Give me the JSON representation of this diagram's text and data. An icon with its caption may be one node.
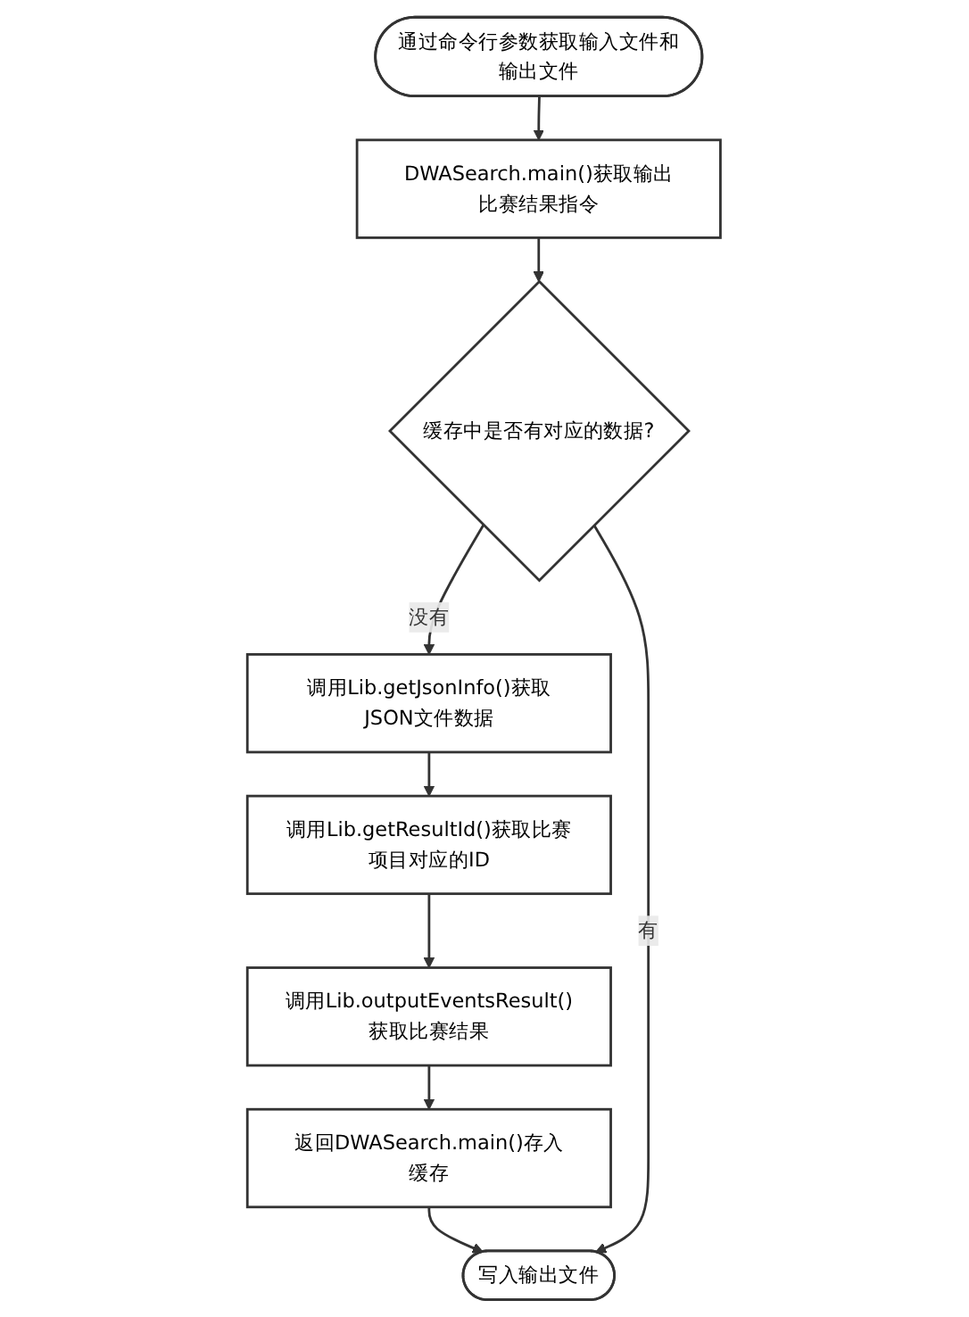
{
  "diagram": {
    "nodes": [
      {
        "text": [
          "通过命令行参数获取输入文件和输出文件"
        ]
      },
      {
        "text": [
          "DWASearch.main()获取输出比赛结果指令"
        ]
      },
      {
        "text": [
          "缓存中是否有对应的数据?"
        ]
      },
      {
        "text": [
          "调用Lib.getJsonInfo()获取JSON文件数据"
        ]
      },
      {
        "text": [
          "调用Lib.getResultId()获取比赛项目对应的ID"
        ]
      },
      {
        "text": [
          "调用Lib.outputEventsResult()获取比赛结果"
        ]
      },
      {
        "text": [
          "返回DWASearch.main()存入缓存"
        ]
      },
      {
        "text": [
          "写入输出文件"
        ]
      }
    ],
    "edges": [
      {
        "from": 0,
        "to": 1,
        "arrow": "to"
      },
      {
        "from": 1,
        "to": 2,
        "arrow": "to"
      },
      {
        "from": 2,
        "to": 3,
        "arrow": "to",
        "label": "没有"
      },
      {
        "from": 3,
        "to": 4,
        "arrow": "to"
      },
      {
        "from": 4,
        "to": 5,
        "arrow": "to"
      },
      {
        "from": 5,
        "to": 6,
        "arrow": "to"
      },
      {
        "from": 6,
        "to": 7,
        "arrow": "to"
      },
      {
        "from": 2,
        "to": 7,
        "arrow": "to",
        "label": "有"
      }
    ]
  }
}
